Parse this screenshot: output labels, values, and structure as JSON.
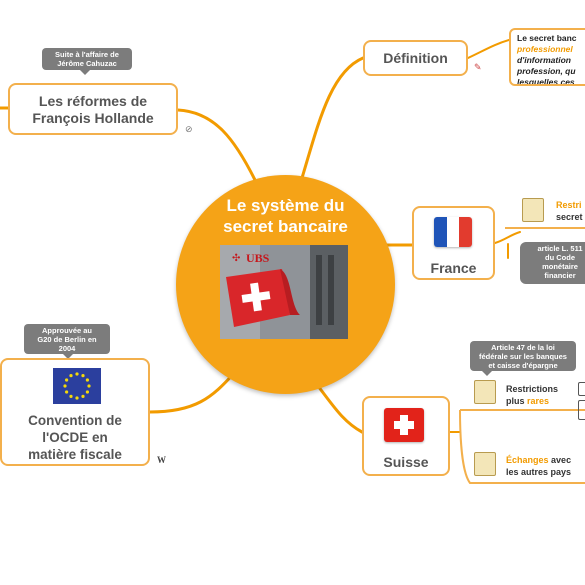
{
  "center": {
    "title_line1": "Le système du",
    "title_line2": "secret bancaire"
  },
  "photo": {
    "logo_text": "UBS"
  },
  "hollande": {
    "label_line1": "Les réformes de",
    "label_line2": "François Hollande",
    "note_line1": "Suite à l'affaire de",
    "note_line2": "Jérôme Cahuzac"
  },
  "definition": {
    "label": "Définition",
    "text_line1": "Le secret banc",
    "text_line2": "professionnel",
    "text_line3": "d'information",
    "text_line4": "profession, qu",
    "text_line5": "lesquelles ces"
  },
  "france": {
    "label": "France",
    "item1_word": "Restri",
    "item1_rest": "secret",
    "note_line1": "article L. 511",
    "note_line2": "du Code",
    "note_line3": "monétaire",
    "note_line4": "financier"
  },
  "ocde": {
    "label_line1": "Convention de",
    "label_line2": "l'OCDE en",
    "label_line3": "matière fiscale",
    "note_line1": "Approuvée au",
    "note_line2": "G20 de Berlin en",
    "note_line3": "2004"
  },
  "suisse": {
    "label": "Suisse",
    "note_line1": "Article 47 de la loi",
    "note_line2": "fédérale sur les banques",
    "note_line3": "et caisse d'épargne",
    "item1_line1": "Restrictions",
    "item1_plus": "plus",
    "item1_rare": "rares",
    "item2_word": "Échanges",
    "item2_rest": "avec",
    "item2_line2": "les autres pays"
  },
  "colors": {
    "branch": "#f29b00",
    "center": "#f5a317",
    "box_border": "#f3b04c",
    "callout": "#7c7c7c"
  }
}
